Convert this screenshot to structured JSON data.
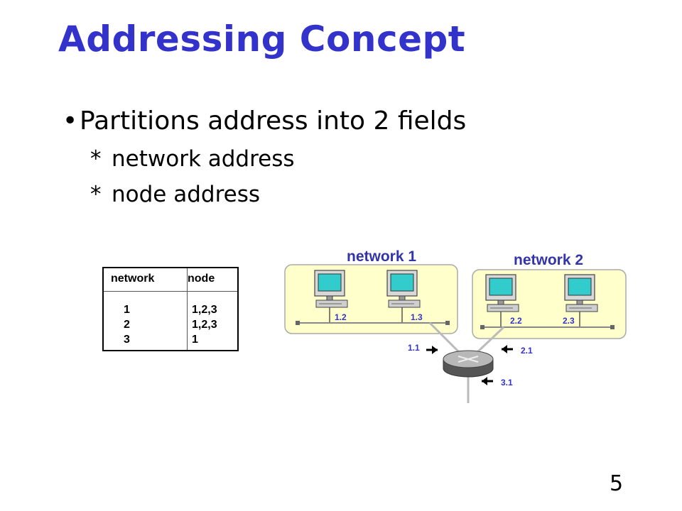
{
  "slide": {
    "title": "Addressing Concept",
    "bullet": "Partitions address into 2 fields",
    "sub_items": [
      "network address",
      "node address"
    ],
    "sub_marker": "*",
    "page_number": "5"
  },
  "table": {
    "headers": [
      "network",
      "node"
    ],
    "rows": [
      {
        "network": "1",
        "node": "1,2,3"
      },
      {
        "network": "2",
        "node": "1,2,3"
      },
      {
        "network": "3",
        "node": "1"
      }
    ]
  },
  "diagram": {
    "network1_label": "network 1",
    "network2_label": "network 2",
    "host_addresses": [
      "1.2",
      "1.3",
      "2.2",
      "2.3"
    ],
    "router_ports": [
      "1.1",
      "2.1",
      "3.1"
    ],
    "colors": {
      "title": "#3333cc",
      "network_panel": "#ffffcc",
      "network_label": "#3333aa",
      "screen": "#33cccc"
    }
  }
}
